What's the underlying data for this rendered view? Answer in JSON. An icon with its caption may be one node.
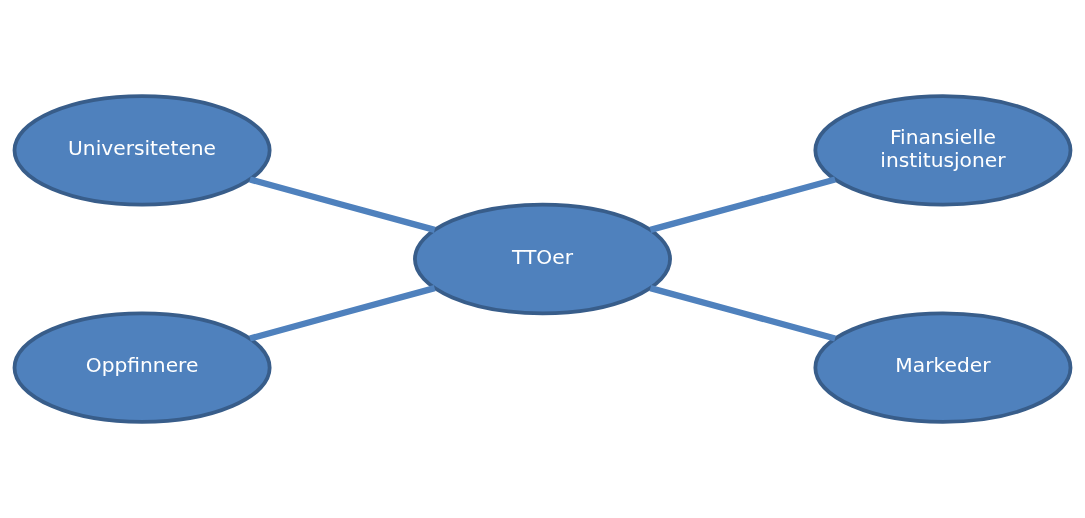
{
  "diagram": {
    "nodes": [
      {
        "text": [
          "Universitetene"
        ]
      },
      {
        "text": [
          "Finansielle institusjoner"
        ]
      },
      {
        "text": [
          "TTOer"
        ]
      },
      {
        "text": [
          "Oppfinnere"
        ]
      },
      {
        "text": [
          "Markeder"
        ]
      }
    ],
    "edges": [
      {
        "from": 0,
        "to": 2,
        "arrow": "none"
      },
      {
        "from": 2,
        "to": 1,
        "arrow": "none"
      },
      {
        "from": 3,
        "to": 2,
        "arrow": "none"
      },
      {
        "from": 2,
        "to": 4,
        "arrow": "none"
      }
    ]
  }
}
